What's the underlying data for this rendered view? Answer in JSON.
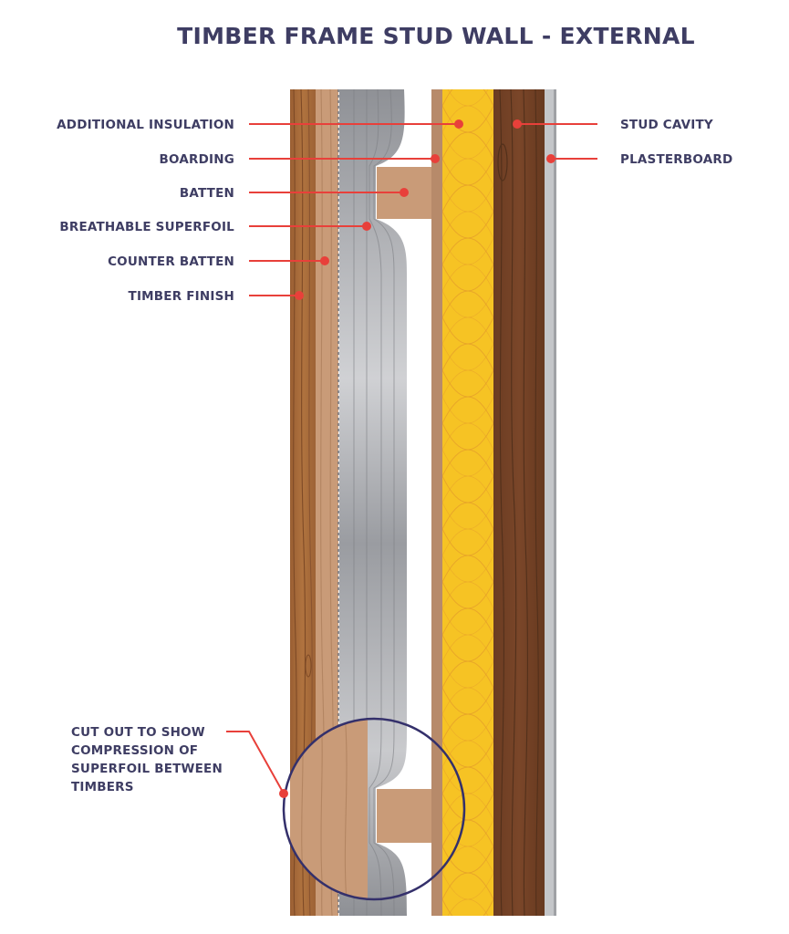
{
  "title": "TIMBER FRAME STUD WALL - EXTERNAL",
  "labels": {
    "additional_insulation": "ADDITIONAL INSULATION",
    "boarding": "BOARDING",
    "batten": "BATTEN",
    "breathable_superfoil": "BREATHABLE SUPERFOIL",
    "counter_batten": "COUNTER BATTEN",
    "timber_finish": "TIMBER FINISH",
    "stud_cavity": "STUD CAVITY",
    "plasterboard": "PLASTERBOARD",
    "cutout_line1": "CUT OUT TO SHOW",
    "cutout_line2": "COMPRESSION OF",
    "cutout_line3": "SUPERFOIL BETWEEN",
    "cutout_line4": "TIMBERS"
  },
  "colors": {
    "title": "#3e3d63",
    "leader": "#e8403a",
    "timber_finish": "#a56a3c",
    "counter_batten": "#c99b78",
    "superfoil": "#a4a6ab",
    "boarding": "#b78a6a",
    "insulation": "#f6c324",
    "stud": "#6e3f24",
    "plasterboard": "#c4c6c9",
    "cutout_ring": "#34306b"
  }
}
